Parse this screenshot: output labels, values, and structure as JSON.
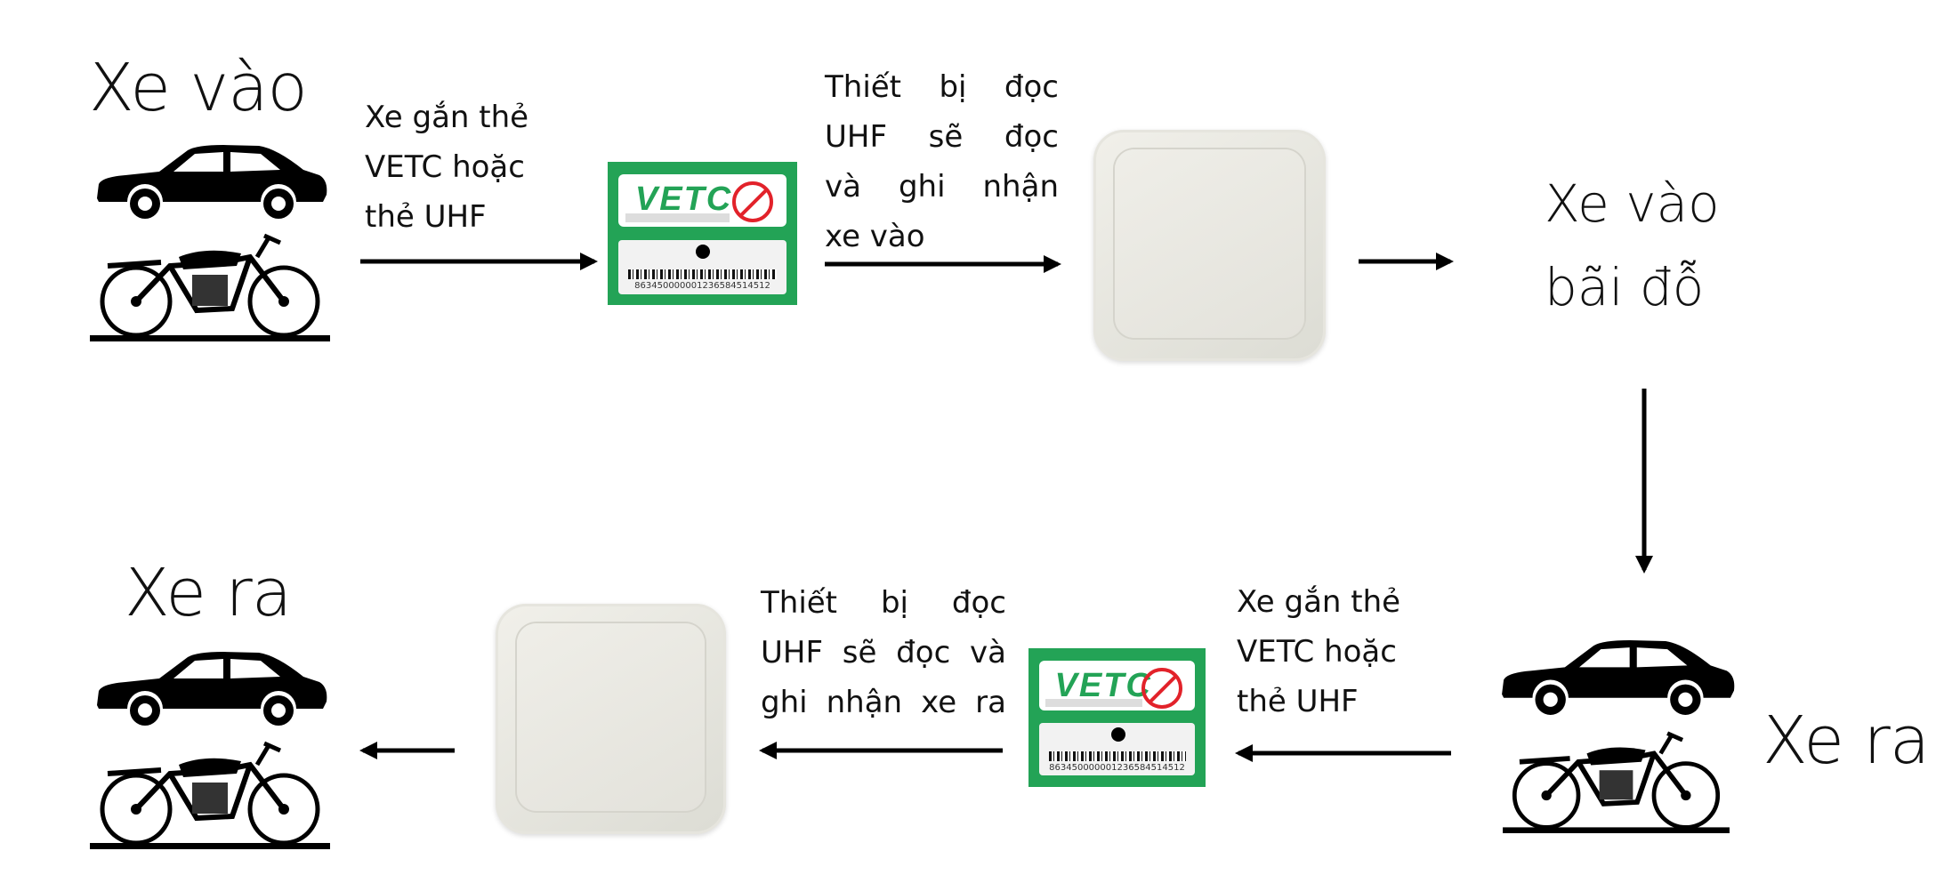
{
  "entry": {
    "title": "Xe vào",
    "step1_text": [
      "Xe gắn thẻ",
      "VETC hoặc",
      "thẻ UHF"
    ],
    "step2_text": [
      "Thiết bị đọc",
      "UHF sẽ đọc",
      "và ghi nhận",
      "xe vào"
    ],
    "result": [
      "Xe vào",
      "bãi đỗ"
    ]
  },
  "exit": {
    "title_right": "Xe ra",
    "step1_text": [
      "Xe gắn thẻ",
      "VETC hoặc",
      "thẻ UHF"
    ],
    "step2_text": [
      "Thiết bị đọc",
      "UHF sẽ đọc và",
      "ghi nhận xe ra"
    ],
    "title_left": "Xe ra"
  },
  "card": {
    "logo": "VETC",
    "number": "863450000001236584514512"
  },
  "colors": {
    "card_green": "#23a356",
    "no_sign_red": "#e2222a"
  }
}
